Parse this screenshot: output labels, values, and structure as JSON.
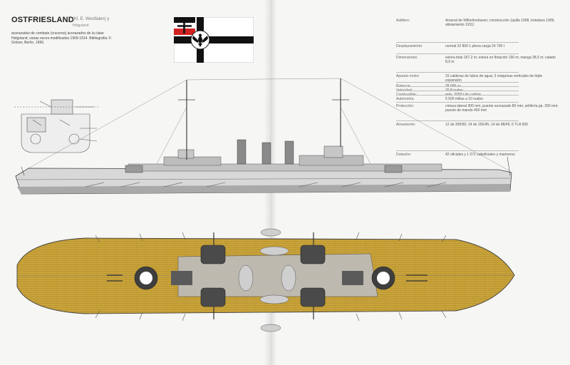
{
  "header": {
    "title": "OSTFRIESLAND",
    "subtitle": "(Kl. E. Westfalen) y",
    "tag": "Helgoland"
  },
  "intro_text": "acorazados de combate (cruceros) acorazados de la clase Helgoland, varias veces modificados 1909-1914. Bibliografía: F. Gröner, Berlín, 1966.",
  "flag": {
    "name": "german-imperial-war-ensign",
    "colors": {
      "field": "#ffffff",
      "cross": "#111111",
      "tricolor_black": "#111111",
      "tricolor_white": "#ffffff",
      "tricolor_red": "#d12121",
      "eagle": "#111111"
    }
  },
  "specs": [
    {
      "label": "Astillero:",
      "value": "Arsenal de Wilhelmshaven; construcción (quilla 1908, botadura 1909, alistamiento 1911)"
    },
    {
      "label": "Desplazamiento:",
      "value": "normal 22 800 t; plena carga 24 700 t"
    },
    {
      "label": "Dimensiones:",
      "value": "eslora total 167,2 m; eslora en flotación 166 m; manga 28,5 m; calado 8,9 m"
    },
    {
      "label": "Aparato motor:",
      "value": "15 calderas de tubos de agua; 3 máquinas verticales de triple expansión"
    },
    {
      "label": "Potencia:",
      "value": "28 000 cv"
    },
    {
      "label": "Velocidad:",
      "value": "20,8 nudos"
    },
    {
      "label": "Combustible:",
      "value": "máx. 3200 t de carbón"
    },
    {
      "label": "Autonomía:",
      "value": "5 500 millas a 10 nudos"
    },
    {
      "label": "Protección:",
      "value": "cintura lateral 300 mm; puente acorazado 80 mm; artillería pp. 300 mm; puesto de mando 400 mm"
    },
    {
      "label": "Armamento:",
      "value": "12 de 305/50; 14 de 150/45; 14 de 88/45; 6 TLA 500"
    },
    {
      "label": "Dotación:",
      "value": "42 oficiales y 1 071 suboficiales y marineros"
    }
  ],
  "colors": {
    "deck_wood": "#c9a43a",
    "deck_wood_dark": "#a8832a",
    "hull_grey": "#cfcfcf",
    "hull_dark": "#7d7d7d",
    "turret_dark": "#4a4a4a",
    "lines": "#555555"
  }
}
